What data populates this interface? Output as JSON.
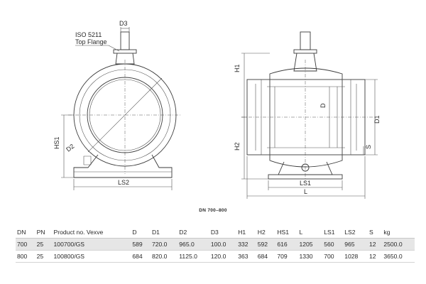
{
  "drawing_labels": {
    "flange_standard": "ISO 5211",
    "flange_name": "Top Flange",
    "d3": "D3",
    "d2": "D2",
    "hs1": "HS1",
    "ls2": "LS2",
    "h1": "H1",
    "h2": "H2",
    "d": "D",
    "d1": "D1",
    "s": "S",
    "ls1": "LS1",
    "l": "L"
  },
  "caption": "DN 700–800",
  "table": {
    "headers": [
      "DN",
      "PN",
      "Product no. Vexve",
      "D",
      "D1",
      "D2",
      "D3",
      "H1",
      "H2",
      "HS1",
      "L",
      "LS1",
      "LS2",
      "S",
      "kg"
    ],
    "rows": [
      [
        "700",
        "25",
        "100700/GS",
        "589",
        "720.0",
        "965.0",
        "100.0",
        "332",
        "592",
        "616",
        "1205",
        "560",
        "965",
        "12",
        "2500.0"
      ],
      [
        "800",
        "25",
        "100800/GS",
        "684",
        "820.0",
        "1125.0",
        "120.0",
        "363",
        "684",
        "709",
        "1330",
        "700",
        "1028",
        "12",
        "3650.0"
      ]
    ]
  }
}
